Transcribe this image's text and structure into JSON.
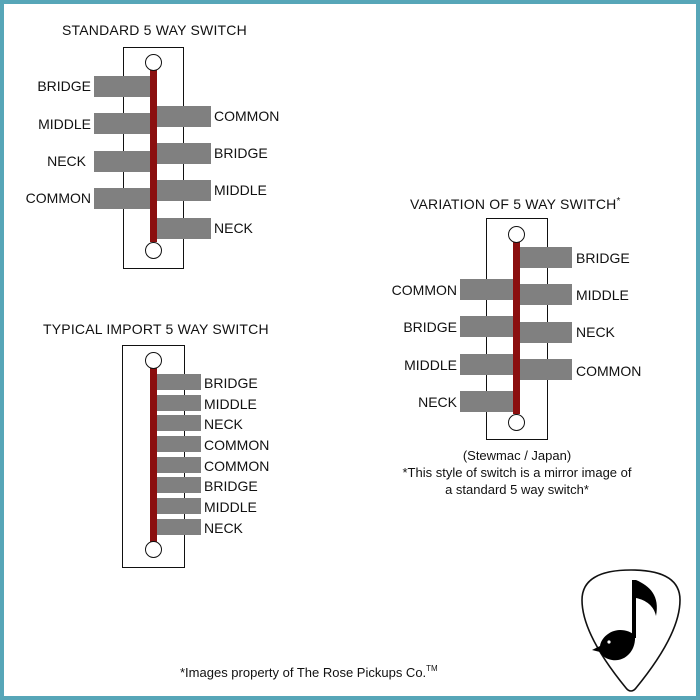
{
  "standard": {
    "title": "STANDARD 5 WAY SWITCH",
    "left_labels": [
      "BRIDGE",
      "MIDDLE",
      "NECK",
      "COMMON"
    ],
    "right_labels": [
      "COMMON",
      "BRIDGE",
      "MIDDLE",
      "NECK"
    ]
  },
  "import": {
    "title": "TYPICAL IMPORT 5 WAY SWITCH",
    "right_labels": [
      "BRIDGE",
      "MIDDLE",
      "NECK",
      "COMMON",
      "COMMON",
      "BRIDGE",
      "MIDDLE",
      "NECK"
    ]
  },
  "variation": {
    "title": "VARIATION OF 5 WAY SWITCH",
    "title_mark": "*",
    "left_labels": [
      "COMMON",
      "BRIDGE",
      "MIDDLE",
      "NECK"
    ],
    "right_labels": [
      "BRIDGE",
      "MIDDLE",
      "NECK",
      "COMMON"
    ],
    "note_lines": [
      "(Stewmac / Japan)",
      "*This style of switch is a mirror image of",
      "a standard 5 way switch*"
    ]
  },
  "footer": {
    "text": "*Images property of The Rose Pickups Co.",
    "mark": "TM"
  },
  "colors": {
    "frame": "#57a6b8",
    "tab": "#808080",
    "bar": "#8b0f0f"
  },
  "logo": {
    "icon": "guitar-pick-music-note-logo"
  }
}
